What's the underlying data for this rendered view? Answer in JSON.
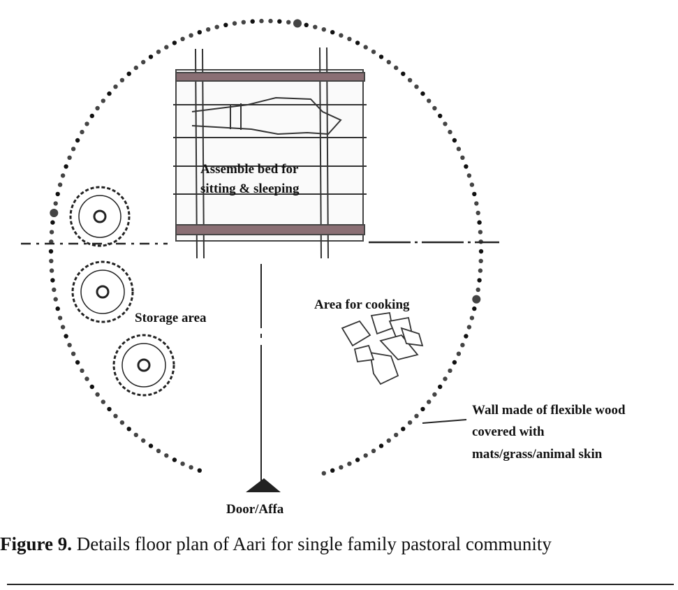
{
  "labels": {
    "bed_line1": "Assemble bed for",
    "bed_line2": "sitting & sleeping",
    "storage": "Storage area",
    "cooking": "Area for cooking",
    "wall_line1": "Wall made of flexible wood",
    "wall_line2": "covered with",
    "wall_line3": "mats/grass/animal skin",
    "door": "Door/Affa"
  },
  "caption": {
    "figure_label": "Figure 9.",
    "text": " Details floor plan of Aari for single family pastoral community"
  }
}
